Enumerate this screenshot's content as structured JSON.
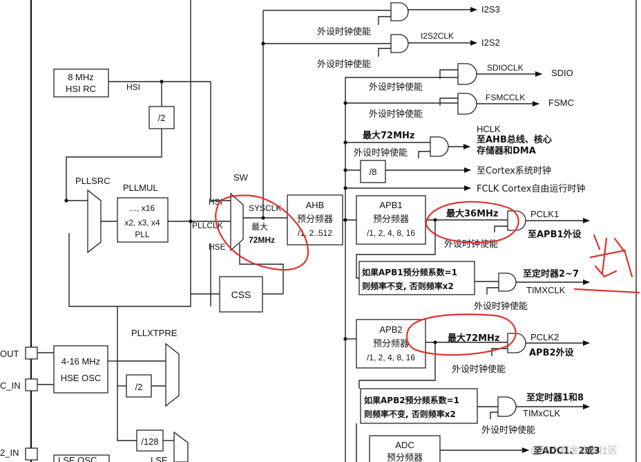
{
  "sources": {
    "hsi_rc": [
      "8 MHz",
      "HSI RC"
    ],
    "hse_osc": [
      "4-16 MHz",
      "HSE OSC"
    ],
    "lse_osc": "LSE OSC",
    "pins": [
      "OUT",
      "C_IN",
      "2_IN"
    ]
  },
  "labels": {
    "hsi": "HSI",
    "div2_a": "/2",
    "div2_b": "/2",
    "div128": "/128",
    "pllsrc": "PLLSRC",
    "pllmul": "PLLMUL",
    "pll_box": [
      "..., x16",
      "x2, x3, x4",
      "PLL"
    ],
    "sw": "SW",
    "sw_hsi": "HSI",
    "sw_pllclk": "PLLCLK",
    "sw_hse": "HSE",
    "sysclk": "SYSCLK",
    "sw_max": [
      "最大",
      "72MHz"
    ],
    "css": "CSS",
    "pllxtpre": "PLLXTPRE",
    "lse": "LSE"
  },
  "ahb": [
    "AHB",
    "预分频器",
    "/1, 2..512"
  ],
  "apb1": [
    "APB1",
    "预分频器",
    "/1, 2, 4, 8, 16"
  ],
  "apb2": [
    "APB2",
    "预分频器",
    "/1, 2, 4, 8, 16"
  ],
  "adc": [
    "ADC",
    "预分频器"
  ],
  "outputs": {
    "i2s3": "I2S3",
    "i2s2clk": "I2S2CLK",
    "i2s2": "I2S2",
    "sdioclk": "SDIOCLK",
    "sdio": "SDIO",
    "fsmcclk": "FSMCCLK",
    "fsmc": "FSMC",
    "hclk_title": "HCLK",
    "hclk_desc1": "至AHB总线、核心",
    "hclk_desc2": "存储器和DMA",
    "max72_hclk": "最大72MHz",
    "div8": "/8",
    "cortex": "至Cortex系统时钟",
    "fclk": "FCLK Cortex自由运行时钟",
    "max36": "最大36MHz",
    "pclk1": "PCLK1",
    "pclk1_desc": "至APB1外设",
    "tim1_note1": "如果APB1预分频系数=1",
    "tim1_note2": "则频率不变, 否则频率x2",
    "tim27": "至定时器2~7",
    "timxclk_upper": "TIMXCLK",
    "max72_apb2": "最大72MHz",
    "pclk2": "PCLK2",
    "pclk2_desc": "APB2外设",
    "tim2_note1": "如果APB2预分频系数=1",
    "tim2_note2": "则频率不变, 否则频率x2",
    "tim18": "至定时器1和8",
    "timxclk_lower": "TIMxCLK",
    "adc_out": "至ADC1、2或3"
  },
  "enable_label": "外设时钟使能",
  "watermark": "@稀土掘金技术社区",
  "accent_color": "#e0312f"
}
